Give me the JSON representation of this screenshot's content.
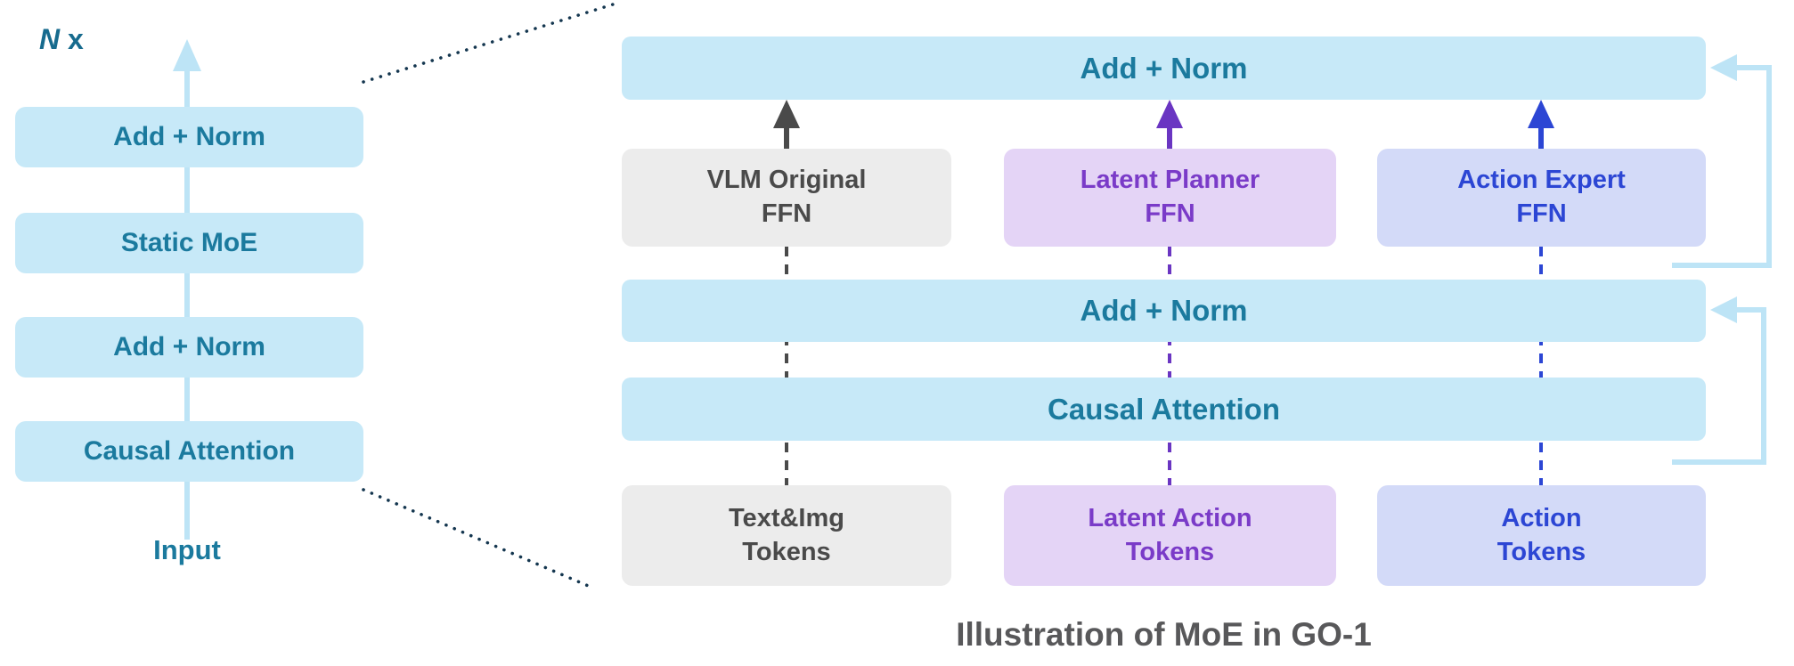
{
  "left_stack": {
    "repeat_n": "N",
    "repeat_suffix": "x",
    "blocks": [
      "Add + Norm",
      "Static MoE",
      "Add + Norm",
      "Causal Attention"
    ],
    "input_label": "Input"
  },
  "right_panel": {
    "top_add_norm_label": "Add + Norm",
    "mid_add_norm_label": "Add + Norm",
    "causal_attention_label": "Causal Attention",
    "experts": [
      {
        "line1": "VLM Original",
        "line2": "FFN"
      },
      {
        "line1": "Latent Planner",
        "line2": "FFN"
      },
      {
        "line1": "Action Expert",
        "line2": "FFN"
      }
    ],
    "tokens": [
      {
        "line1": "Text&Img",
        "line2": "Tokens"
      },
      {
        "line1": "Latent Action",
        "line2": "Tokens"
      },
      {
        "line1": "Action",
        "line2": "Tokens"
      }
    ]
  },
  "caption": "Illustration of MoE in GO-1",
  "colors": {
    "block_light_blue": "#C7E9F8",
    "teal_text": "#1B7A9E",
    "gray_box": "#ECECEC",
    "gray_text": "#4A4A4A",
    "purple_box": "#E4D4F6",
    "purple_text": "#7A3BC8",
    "periwinkle_box": "#D3DAF8",
    "blue_text": "#2C46D4",
    "residual_line": "#BDE4F6",
    "dotted_line": "#14364F"
  }
}
